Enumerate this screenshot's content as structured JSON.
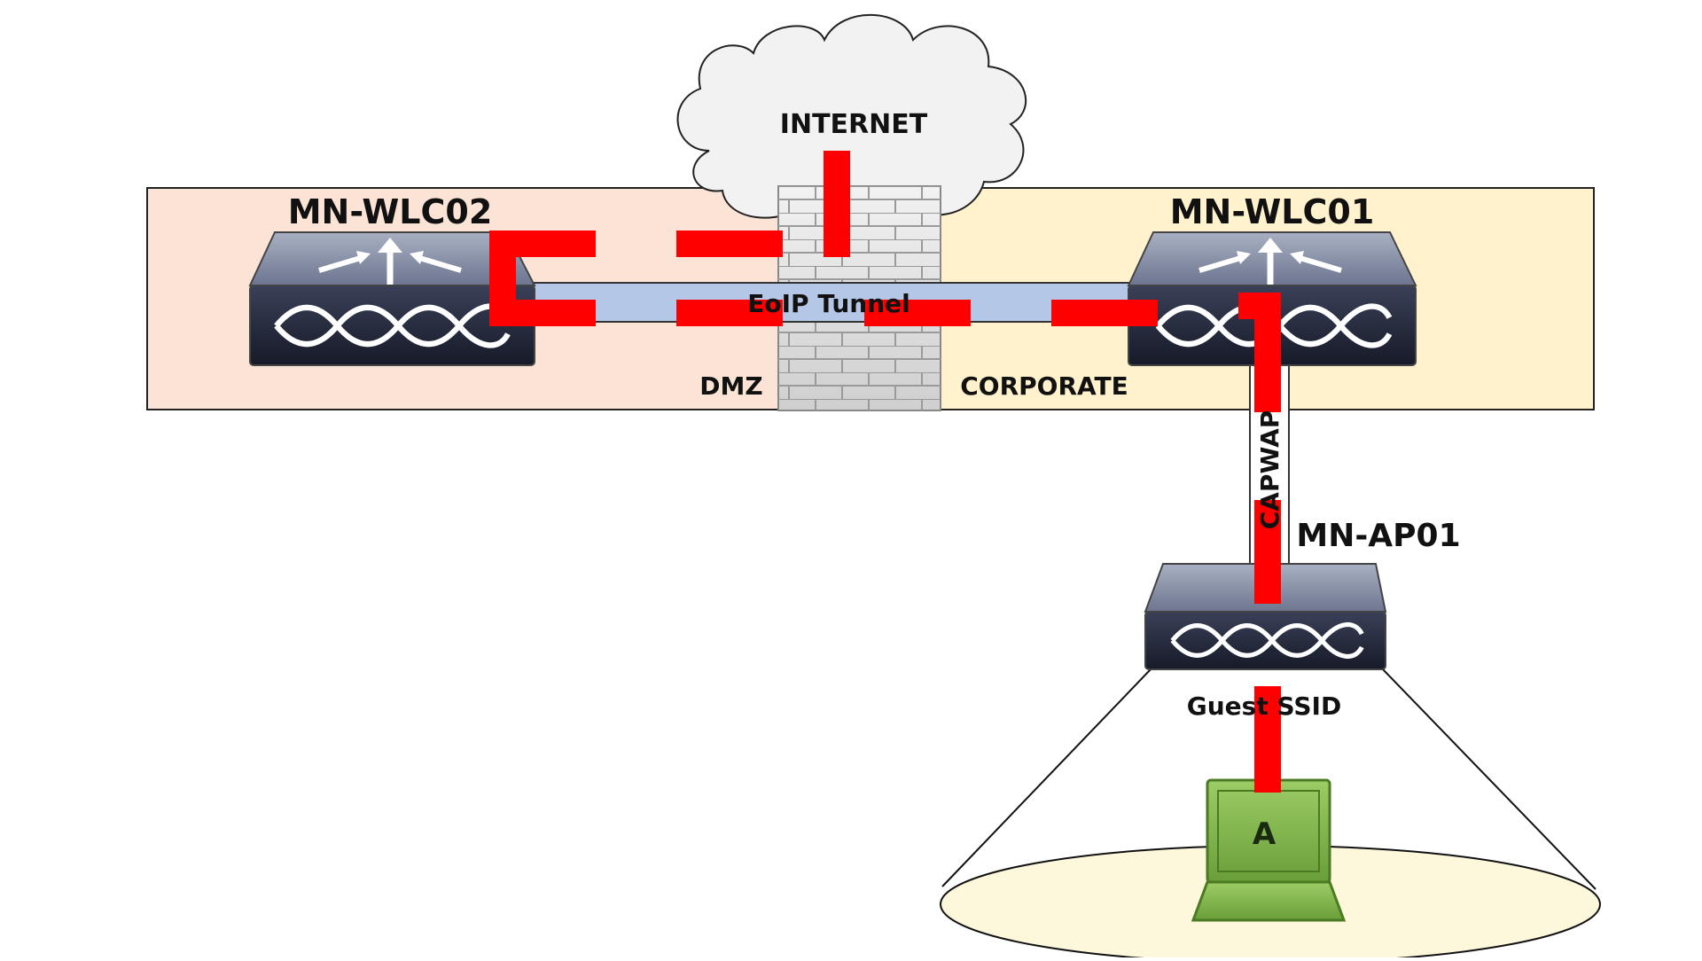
{
  "labels": {
    "internet": "INTERNET",
    "wlc02": "MN-WLC02",
    "wlc01": "MN-WLC01",
    "dmz": "DMZ",
    "corporate": "CORPORATE",
    "eoip": "EoIP Tunnel",
    "capwap": "CAPWAP",
    "ap01": "MN-AP01",
    "ssid": "Guest SSID",
    "client": "A"
  },
  "colors": {
    "dmz_zone": "#fbe4d5",
    "corporate_zone": "#fff2cc",
    "tunnel": "#b4c7e7",
    "traffic_path": "#ff0000",
    "client": "#8bc34a",
    "coverage": "#fdf7dc"
  }
}
